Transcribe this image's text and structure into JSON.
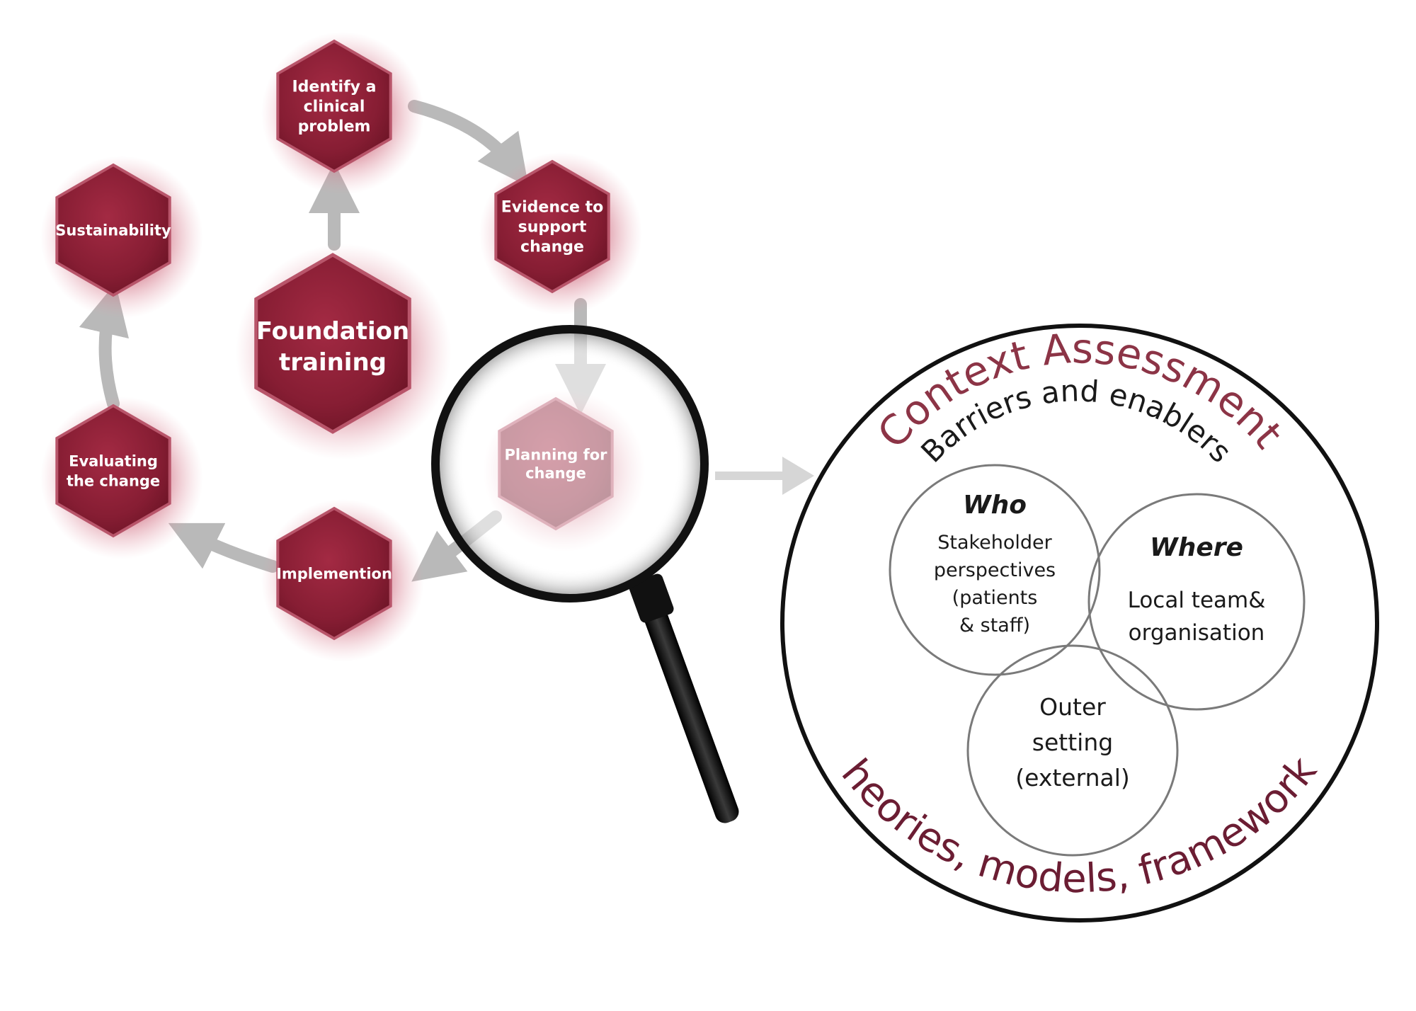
{
  "cycle": {
    "center": {
      "line1": "Foundation",
      "line2": "training"
    },
    "steps": [
      {
        "lines": [
          "Identify a",
          "clinical",
          "problem"
        ]
      },
      {
        "lines": [
          "Evidence to",
          "support",
          "change"
        ]
      },
      {
        "lines": [
          "Planning for",
          "change"
        ]
      },
      {
        "lines": [
          "Implemention"
        ]
      },
      {
        "lines": [
          "Evaluating",
          "the change"
        ]
      },
      {
        "lines": [
          "Sustainability"
        ]
      }
    ]
  },
  "context": {
    "title": "Context Assessment",
    "subtitle": "Barriers and enablers",
    "bottom": "Theories, models,  frameworks",
    "who": {
      "title": "Who",
      "lines": [
        "Stakeholder",
        "perspectives",
        "(patients",
        "& staff)"
      ]
    },
    "where": {
      "title": "Where",
      "lines": [
        "Local team&",
        "organisation"
      ]
    },
    "outer": {
      "lines": [
        "Outer",
        "setting",
        "(external)"
      ]
    }
  },
  "colors": {
    "hex_fill": "#8a2035",
    "hex_edge": "#b8556a",
    "arrow": "#b9b9b9",
    "accent_title": "#8c3446",
    "accent_bottom": "#6b1d33",
    "venn_stroke": "#7a7a7a"
  },
  "icons": {
    "magnifier": "magnifying-glass-icon",
    "pointer": "right-arrow-icon"
  }
}
